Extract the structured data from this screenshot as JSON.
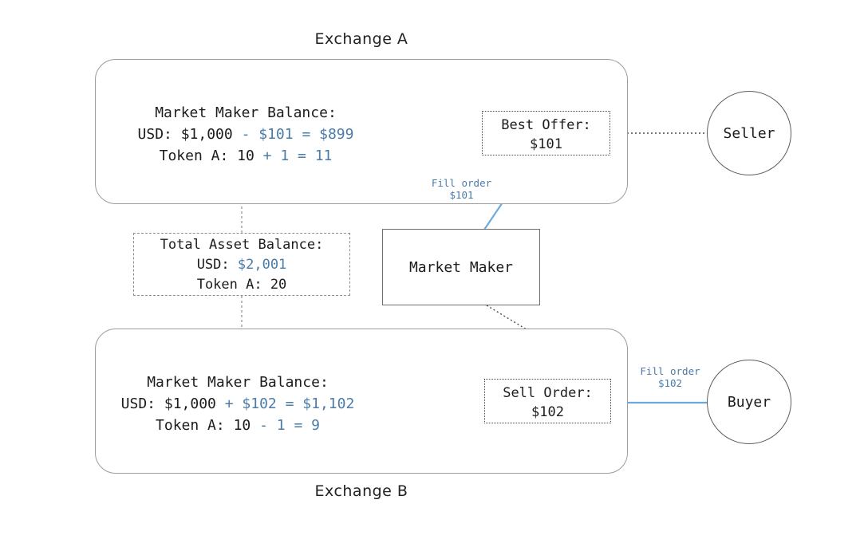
{
  "diagram": {
    "title_top": "Exchange A",
    "title_bottom": "Exchange B",
    "accent_color": "#4b7ba8",
    "arrow_blue": "#6aaade",
    "line_gray": "#9c9c9c"
  },
  "exchange_a": {
    "label": "Exchange A",
    "balance": {
      "title": "Market Maker Balance:",
      "usd_prefix": "USD: $1,000",
      "usd_operator": " - ",
      "usd_operand": "$101",
      "usd_equals": " = ",
      "usd_result": "$899",
      "token_prefix": "Token A: 10",
      "token_operator": " + ",
      "token_operand": "1",
      "token_equals": " = ",
      "token_result": "11"
    },
    "order": {
      "title": "Best Offer:",
      "price": "$101"
    },
    "actor": "Seller",
    "edge_label_line1": "Fill order",
    "edge_label_line2": "$101"
  },
  "exchange_b": {
    "label": "Exchange B",
    "balance": {
      "title": "Market Maker Balance:",
      "usd_prefix": "USD: $1,000",
      "usd_operator": " + ",
      "usd_operand": "$102",
      "usd_equals": " = ",
      "usd_result": "$1,102",
      "token_prefix": "Token A: 10",
      "token_operator": " - ",
      "token_operand": "1",
      "token_equals": " = ",
      "token_result": "9"
    },
    "order": {
      "title": "Sell Order:",
      "price": "$102"
    },
    "actor": "Buyer",
    "edge_label_line1": "Fill order",
    "edge_label_line2": "$102"
  },
  "total_asset": {
    "title": "Total Asset Balance:",
    "usd_label": "USD: ",
    "usd_value": "$2,001",
    "token_line": "Token A: 20"
  },
  "market_maker": {
    "label": "Market Maker"
  }
}
